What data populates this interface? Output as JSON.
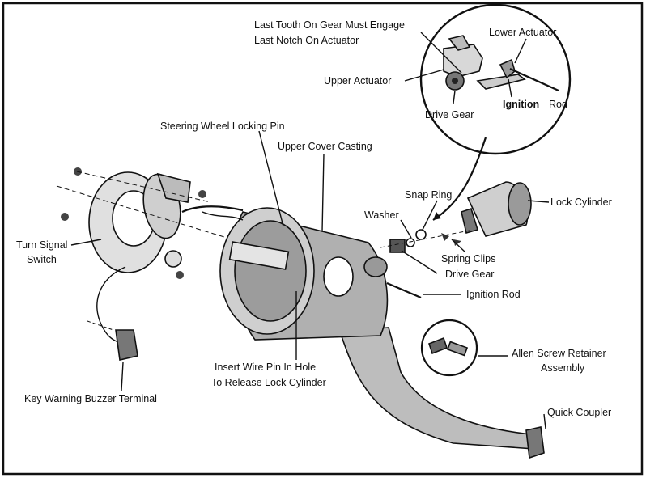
{
  "diagram": {
    "labels": {
      "last_tooth_1": "Last Tooth On Gear Must Engage",
      "last_tooth_2": "Last Notch On Actuator",
      "lower_actuator": "Lower Actuator",
      "upper_actuator": "Upper Actuator",
      "drive_gear_inset": "Drive Gear",
      "ignition_rod_inset_bold": "Ignition",
      "ignition_rod_inset_rod": "Rod",
      "steering_wheel_locking_pin": "Steering Wheel Locking Pin",
      "upper_cover_casting": "Upper Cover Casting",
      "snap_ring": "Snap Ring",
      "washer": "Washer",
      "lock_cylinder": "Lock Cylinder",
      "turn_signal_1": "Turn Signal",
      "turn_signal_2": "Switch",
      "spring_clips": "Spring Clips",
      "drive_gear": "Drive Gear",
      "ignition_rod": "Ignition Rod",
      "allen_1": "Allen Screw Retainer",
      "allen_2": "Assembly",
      "insert_1": "Insert Wire Pin In Hole",
      "insert_2": "To Release Lock Cylinder",
      "key_warning": "Key Warning Buzzer Terminal",
      "quick_coupler": "Quick Coupler"
    }
  }
}
